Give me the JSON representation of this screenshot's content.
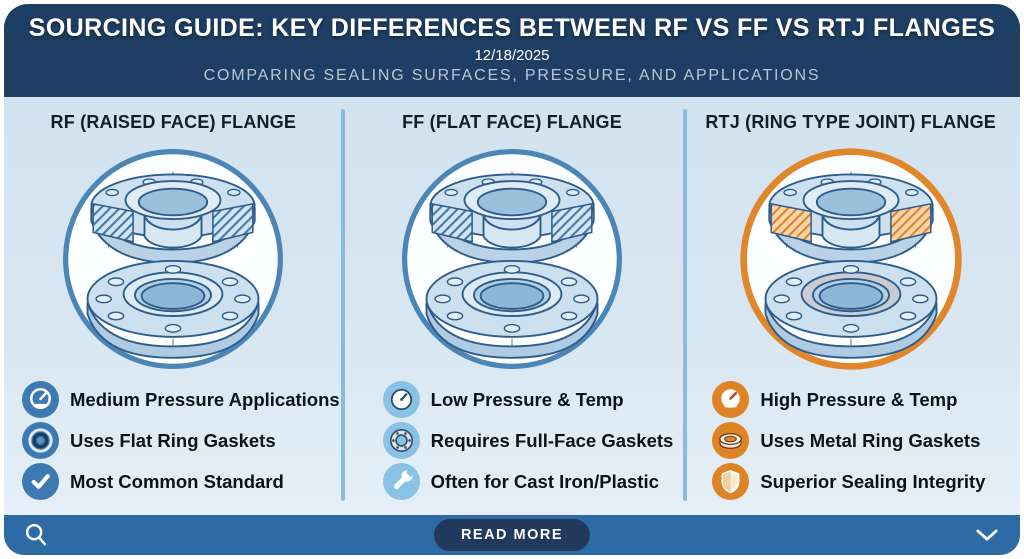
{
  "header": {
    "title": "SOURCING GUIDE: KEY DIFFERENCES BETWEEN RF VS FF VS RTJ FLANGES",
    "date": "12/18/2025",
    "subtitle": "COMPARING SEALING SURFACES, PRESSURE, AND APPLICATIONS"
  },
  "columns": [
    {
      "title": "RF (RAISED FACE) FLANGE",
      "illustration": "raised-face-flange-cutaway-diagram",
      "accent": "#4c86b7",
      "hatch": "blue",
      "items": [
        {
          "icon": "pressure-gauge-icon",
          "label": "Medium Pressure Applications"
        },
        {
          "icon": "flat-ring-gasket-icon",
          "label": "Uses Flat Ring Gaskets"
        },
        {
          "icon": "checkmark-icon",
          "label": "Most Common Standard"
        }
      ]
    },
    {
      "title": "FF (FLAT FACE) FLANGE",
      "illustration": "flat-face-flange-cutaway-diagram",
      "accent": "#4c86b7",
      "hatch": "blue",
      "items": [
        {
          "icon": "pressure-gauge-icon",
          "label": "Low Pressure & Temp"
        },
        {
          "icon": "full-face-gasket-icon",
          "label": "Requires Full-Face Gaskets"
        },
        {
          "icon": "wrench-icon",
          "label": "Often for Cast Iron/Plastic"
        }
      ]
    },
    {
      "title": "RTJ (RING TYPE JOINT) FLANGE",
      "illustration": "ring-type-joint-flange-cutaway-diagram",
      "accent": "#e0872c",
      "hatch": "orange",
      "items": [
        {
          "icon": "pressure-gauge-icon",
          "label": "High Pressure & Temp"
        },
        {
          "icon": "metal-ring-gasket-icon",
          "label": "Uses Metal Ring Gaskets"
        },
        {
          "icon": "shield-icon",
          "label": "Superior Sealing Integrity"
        }
      ]
    }
  ],
  "footer": {
    "read_more_label": "READ MORE",
    "icons": [
      "search-icon",
      "chevron-down-icon"
    ]
  },
  "colors": {
    "header_bg": "#1f3e63",
    "body_bg_top": "#cfe0ee",
    "body_bg_bottom": "#e9f1f8",
    "footer_bg": "#2e6ba6",
    "read_more_bg": "#20395c",
    "divider": "#8abadd",
    "accent_blue": "#4c86b7",
    "accent_orange": "#e0872c",
    "badge_blue": "#3e7ab2",
    "badge_light_blue": "#8ac2e6",
    "badge_orange": "#de8326"
  }
}
